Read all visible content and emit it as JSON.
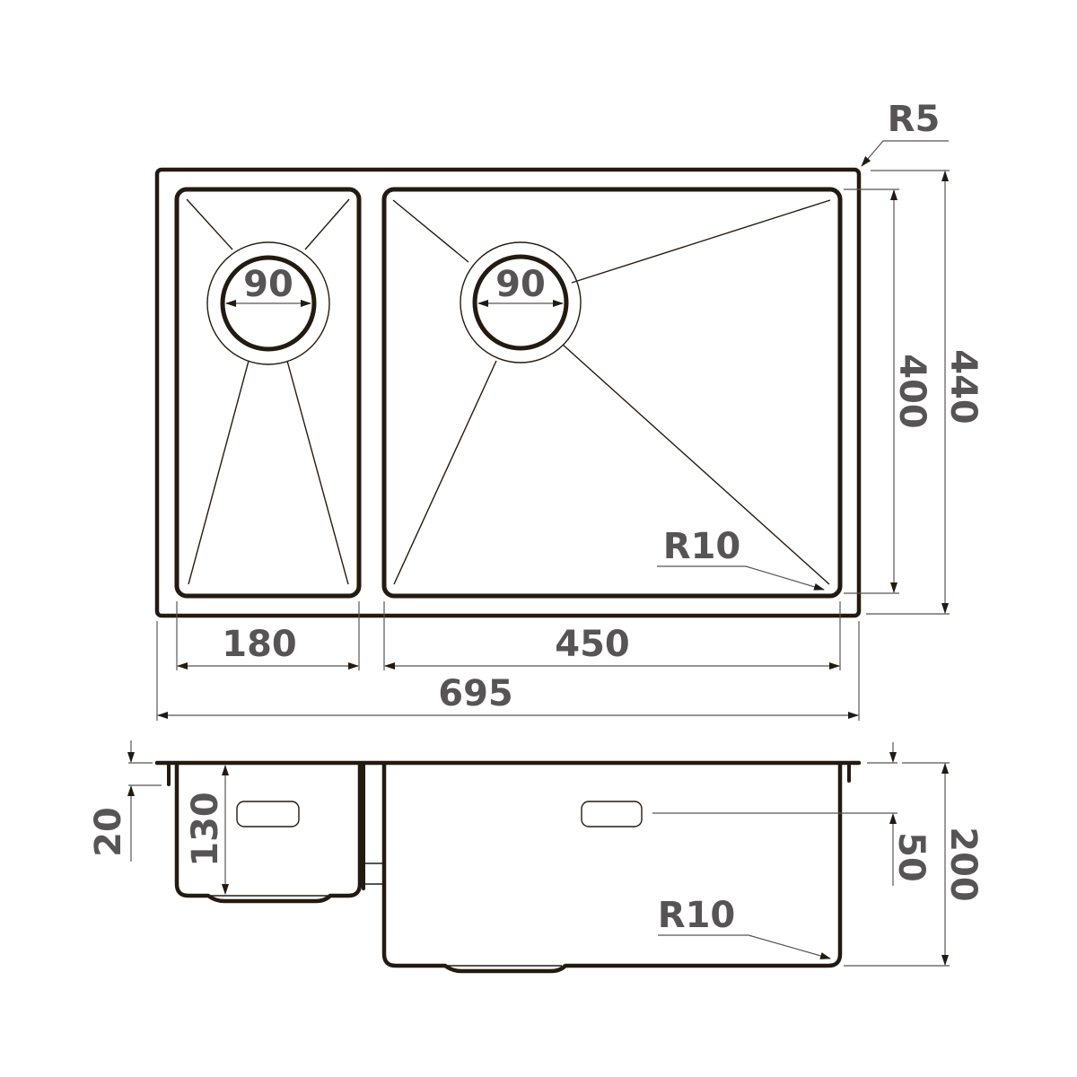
{
  "title": "Double bowl undermount sink dimension drawing",
  "colors": {
    "outline": "#231a10",
    "dimension_line": "#5a5555",
    "label": "#575455",
    "background": "#ffffff"
  },
  "top_view": {
    "corner_radius_outer": "R5",
    "corner_radius_inner": "R10",
    "left_drain_diameter": "90",
    "right_drain_diameter": "90",
    "left_bowl_width": "180",
    "right_bowl_width": "450",
    "overall_width": "695",
    "bowl_depth": "400",
    "overall_depth": "440"
  },
  "side_view": {
    "flange_offset": "20",
    "small_bowl_height": "130",
    "overflow_offset": "50",
    "large_bowl_height": "200",
    "corner_radius": "R10"
  }
}
